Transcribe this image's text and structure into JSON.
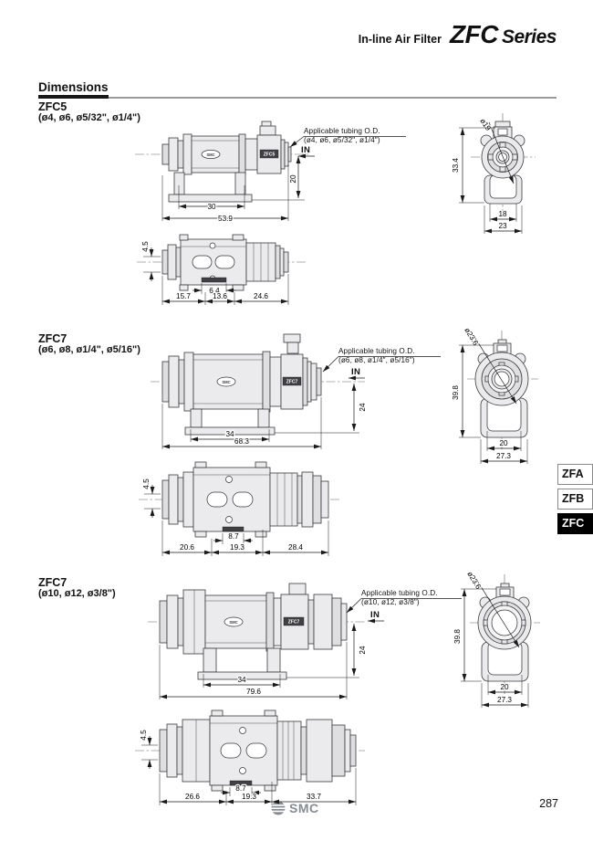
{
  "header": {
    "product": "In-line Air Filter",
    "series": "ZFC",
    "series_suffix": "Series"
  },
  "page": {
    "heading": "Dimensions",
    "number": "287",
    "brand": "SMC"
  },
  "tabs": [
    {
      "label": "ZFA",
      "active": false
    },
    {
      "label": "ZFB",
      "active": false
    },
    {
      "label": "ZFC",
      "active": true
    }
  ],
  "sections": [
    {
      "model": "ZFC5",
      "sizes": "(ø4, ø6, ø5/32\", ø1/4\")",
      "callout_title": "Applicable tubing O.D.",
      "callout_sizes": "(ø4, ø6, ø5/32\", ø1/4\")",
      "in_label": "IN",
      "body_logo": "SMC",
      "body_tag": "ZFC5",
      "side": {
        "h": "20",
        "w1": "30",
        "w2": "53.9"
      },
      "front": {
        "dia": "ø19",
        "h": "33.4",
        "w1": "18",
        "w2": "23"
      },
      "bottom": {
        "off": "4.5",
        "slot": "6.4",
        "s1": "15.7",
        "s2": "13.6",
        "s3": "24.6"
      }
    },
    {
      "model": "ZFC7",
      "sizes": "(ø6, ø8, ø1/4\", ø5/16\")",
      "callout_title": "Applicable tubing O.D.",
      "callout_sizes": "(ø6, ø8, ø1/4\", ø5/16\")",
      "in_label": "IN",
      "body_logo": "SMC",
      "body_tag": "ZFC7",
      "side": {
        "h": "24",
        "w1": "34",
        "w2": "68.3"
      },
      "front": {
        "dia": "ø23.6",
        "h": "39.8",
        "w1": "20",
        "w2": "27.3"
      },
      "bottom": {
        "off": "4.5",
        "slot": "8.7",
        "s1": "20.6",
        "s2": "19.3",
        "s3": "28.4"
      }
    },
    {
      "model": "ZFC7",
      "sizes": "(ø10, ø12, ø3/8\")",
      "callout_title": "Applicable tubing O.D.",
      "callout_sizes": "(ø10, ø12, ø3/8\")",
      "in_label": "IN",
      "body_logo": "SMC",
      "body_tag": "ZFC7",
      "side": {
        "h": "24",
        "w1": "34",
        "w2": "79.6"
      },
      "front": {
        "dia": "ø23.6",
        "h": "39.8",
        "w1": "20",
        "w2": "27.3"
      },
      "bottom": {
        "off": "4.5",
        "slot": "8.7",
        "s1": "26.6",
        "s2": "19.3",
        "s3": "33.7"
      }
    }
  ]
}
